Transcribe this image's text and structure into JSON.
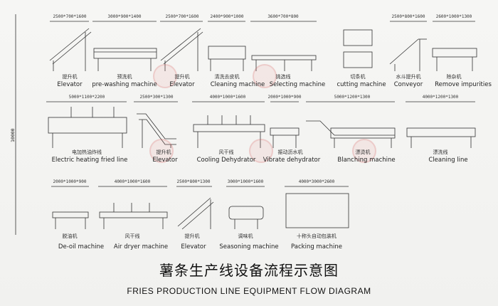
{
  "title_cn": "薯条生产线设备流程示意图",
  "title_en": "FRIES PRODUCTION LINE EQUIPMENT FLOW DIAGRAM",
  "total_height": "10000",
  "row1": [
    {
      "en": "Elevator",
      "cn": "提升机",
      "dim": "2500*700*1600"
    },
    {
      "en": "pre-washing machine",
      "cn": "预洗机",
      "dim": "3000*900*1400"
    },
    {
      "en": "Elevator",
      "cn": "提升机",
      "dim": "2500*700*1600"
    },
    {
      "en": "Cleaning machine",
      "cn": "清洗去皮机",
      "dim": "2400*900*1000"
    },
    {
      "en": "Selecting machine",
      "cn": "挑选线",
      "dim": "3600*700*800"
    },
    {
      "en": "cutting machine",
      "cn": "切条机",
      "dim": ""
    },
    {
      "en": "Conveyor",
      "cn": "水斗提升机",
      "dim": "2500*800*1600"
    },
    {
      "en": "Remove impurities",
      "cn": "除杂机",
      "dim": "2600*1000*1300"
    }
  ],
  "row2": [
    {
      "en": "Electric heating fried line",
      "cn": "电加热油炸线",
      "dim": "5000*1100*2200"
    },
    {
      "en": "Elevator",
      "cn": "提升机",
      "dim": "2500*300*1300"
    },
    {
      "en": "Cooling Dehydrator",
      "cn": "风干线",
      "dim": "4000*1000*1600"
    },
    {
      "en": "Vibrate dehydrator",
      "cn": "振动沥水机",
      "dim": "2000*1000*900"
    },
    {
      "en": "Blanching machine",
      "cn": "漂烫机",
      "dim": "5000*1200*1300"
    },
    {
      "en": "Cleaning line",
      "cn": "漂洗线",
      "dim": "4000*1200*1300"
    }
  ],
  "row3": [
    {
      "en": "De-oil machine",
      "cn": "脱油机",
      "dim": "2000*1000*900"
    },
    {
      "en": "Air dryer machine",
      "cn": "风干线",
      "dim": "4000*1000*1600"
    },
    {
      "en": "Elevator",
      "cn": "提升机",
      "dim": "2500*800*1300"
    },
    {
      "en": "Seasoning machine",
      "cn": "调味机",
      "dim": "3000*1000*1600"
    },
    {
      "en": "Packing machine",
      "cn": "十称头自动包装机",
      "dim": "4000*3000*2600"
    }
  ]
}
